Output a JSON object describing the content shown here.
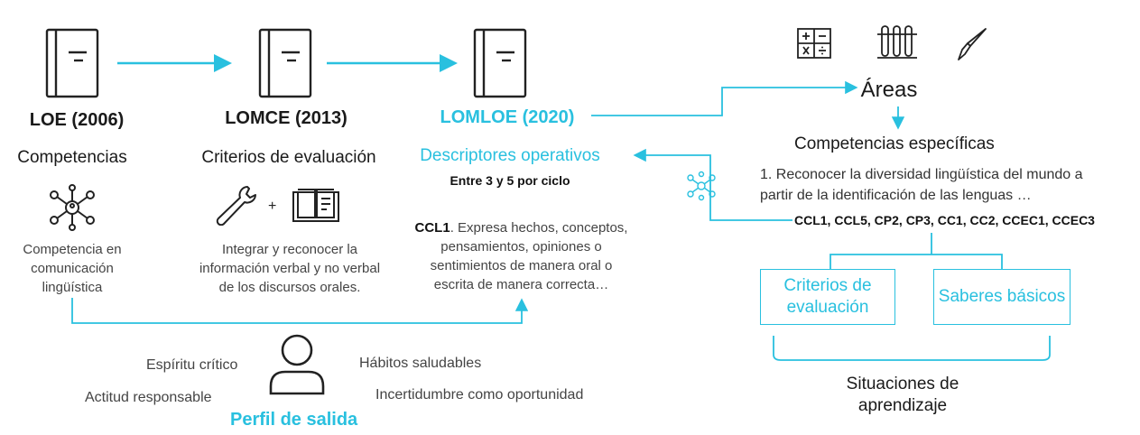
{
  "laws": [
    {
      "name": "LOE (2006)",
      "heading": "Competencias",
      "description": "Competencia en comunicación lingüística"
    },
    {
      "name": "LOMCE (2013)",
      "heading": "Criterios de evaluación",
      "plus": "+",
      "description": "Integrar y reconocer la información verbal y no verbal de los discursos orales."
    },
    {
      "name": "LOMLOE (2020)",
      "heading": "Descriptores operativos",
      "subheading": "Entre 3 y 5 por ciclo",
      "code": "CCL1",
      "description": ". Expresa hechos, conceptos, pensamientos, opiniones o sentimientos de manera oral o escrita de manera correcta…"
    }
  ],
  "right": {
    "areas": "Áreas",
    "specific": "Competencias específicas",
    "specific_text": "1. Reconocer la diversidad lingüística del mundo a partir de la identificación de las lenguas …",
    "codes": "CCL1, CCL5, CP2, CP3, CC1, CC2, CCEC1, CCEC3",
    "box1": "Criterios de evaluación",
    "box2": "Saberes básicos",
    "situations": "Situaciones de aprendizaje"
  },
  "profile": {
    "title": "Perfil de salida",
    "traits": [
      "Espíritu crítico",
      "Hábitos saludables",
      "Actitud responsable",
      "Incertidumbre como oportunidad"
    ]
  },
  "colors": {
    "accent": "#29c0df",
    "text": "#1a1a1a"
  },
  "icons": [
    "book-icon",
    "network-icon",
    "wrench-icon",
    "open-book-icon",
    "calculator-icon",
    "test-tubes-icon",
    "paintbrush-icon",
    "person-icon"
  ]
}
